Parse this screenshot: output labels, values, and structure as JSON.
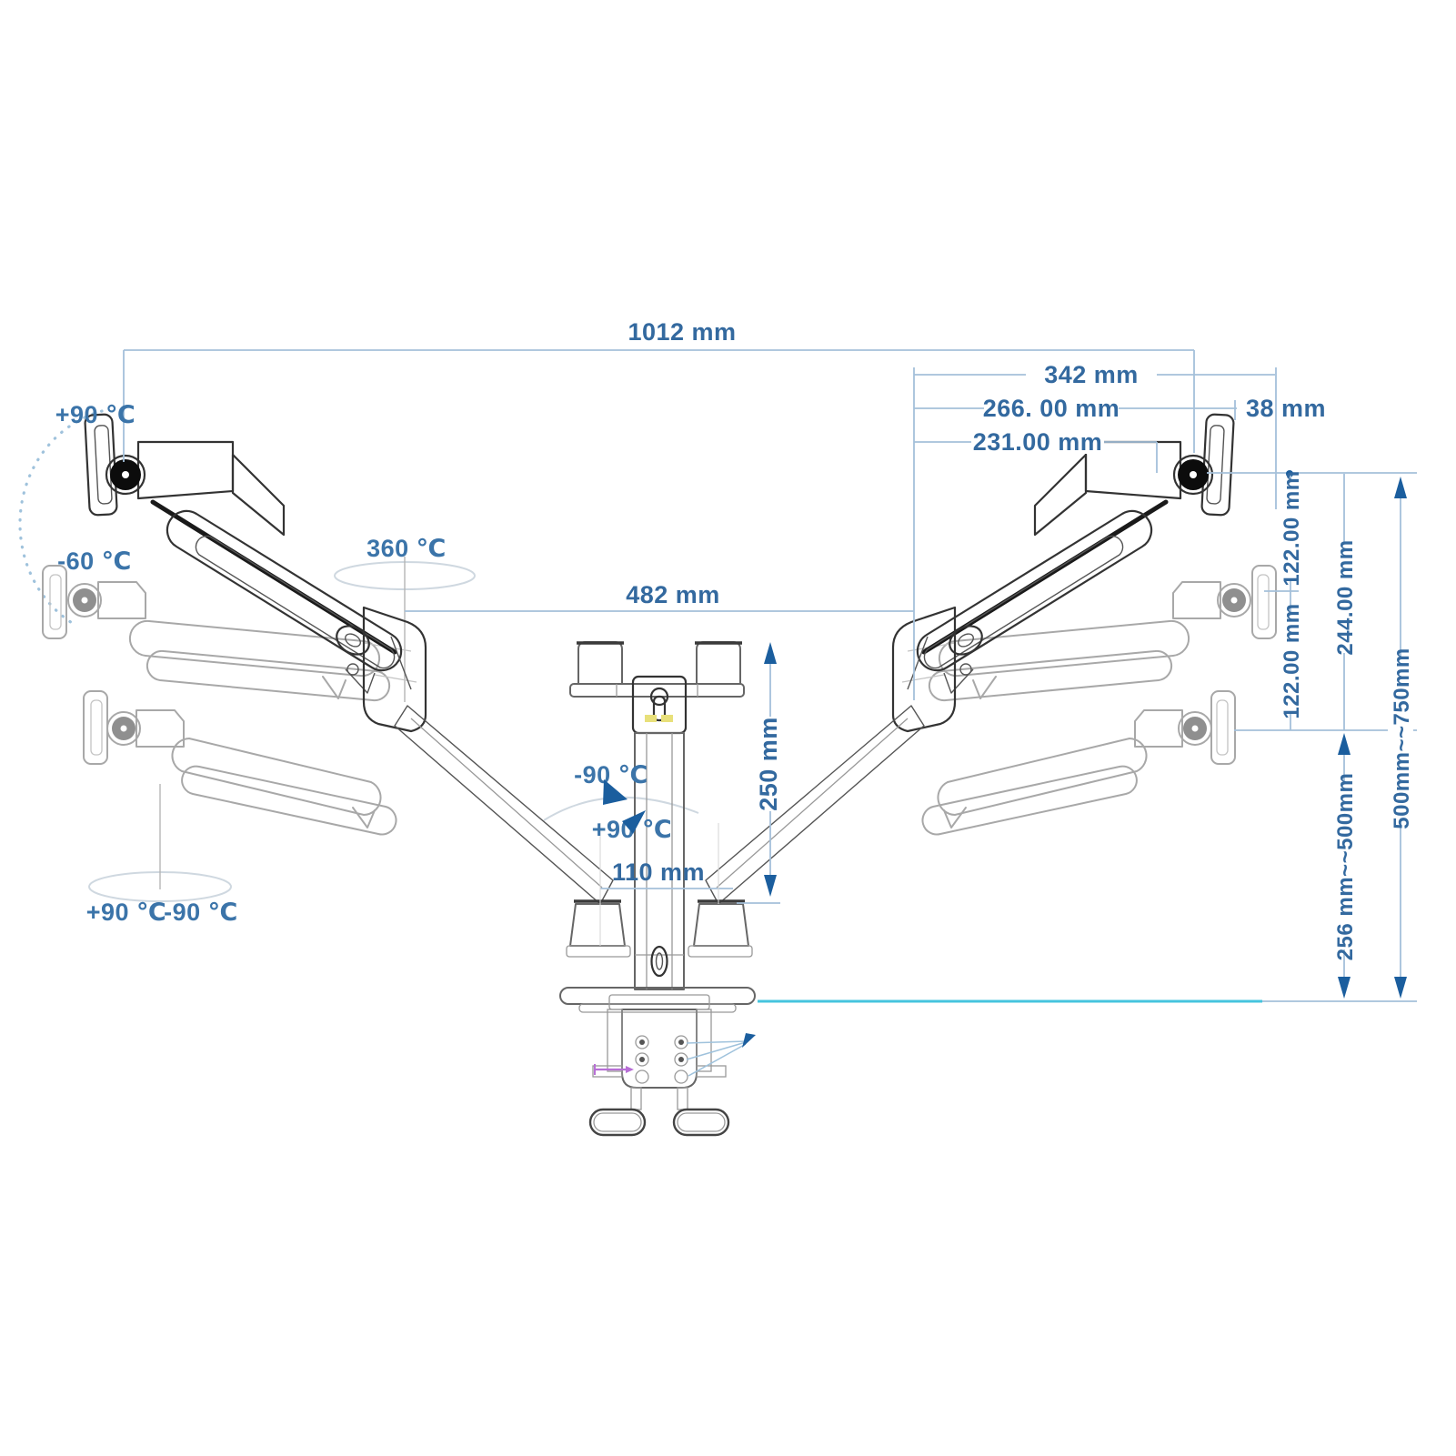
{
  "diagram": {
    "type": "technical-drawing",
    "subject": "Dual monitor desk mount arm - dimension and rotation diagram",
    "units": "mm"
  },
  "dimensions": {
    "overall_width": "1012 mm",
    "arm_span_single": "342 mm",
    "arm_extension_266": "266. 00 mm",
    "arm_extension_231": "231.00 mm",
    "mount_offset": "38 mm",
    "arm_joint_spacing": "482 mm",
    "pole_collar_spacing": "110 mm",
    "pole_travel": "250 mm",
    "drop_upper": "122.00 mm",
    "drop_lower": "122.00 mm",
    "drop_total": "244.00 mm",
    "height_range_total": "500mm~~750mm",
    "height_range_lower": "256 mm~~500mm"
  },
  "rotations": {
    "tilt_up": "+90 ℃",
    "tilt_down": "-60 ℃",
    "swivel_full": "360 ℃",
    "arm_swivel_neg": "-90 ℃",
    "arm_swivel_pos": "+90 ℃",
    "vesa_rotate_pos": "+90 ℃",
    "vesa_rotate_neg": "-90 ℃"
  },
  "colors": {
    "dimension_line": "#a4c0da",
    "dimension_text": "#33699f",
    "arrow": "#1b5e9e",
    "cyan_reference": "#45c4de",
    "magenta_marker": "#b86fd6",
    "highlight_yellow": "#e8e07a",
    "drawing_dark": "#2b2b2b",
    "drawing_ghost": "#a8a8a8",
    "background": "#ffffff"
  }
}
